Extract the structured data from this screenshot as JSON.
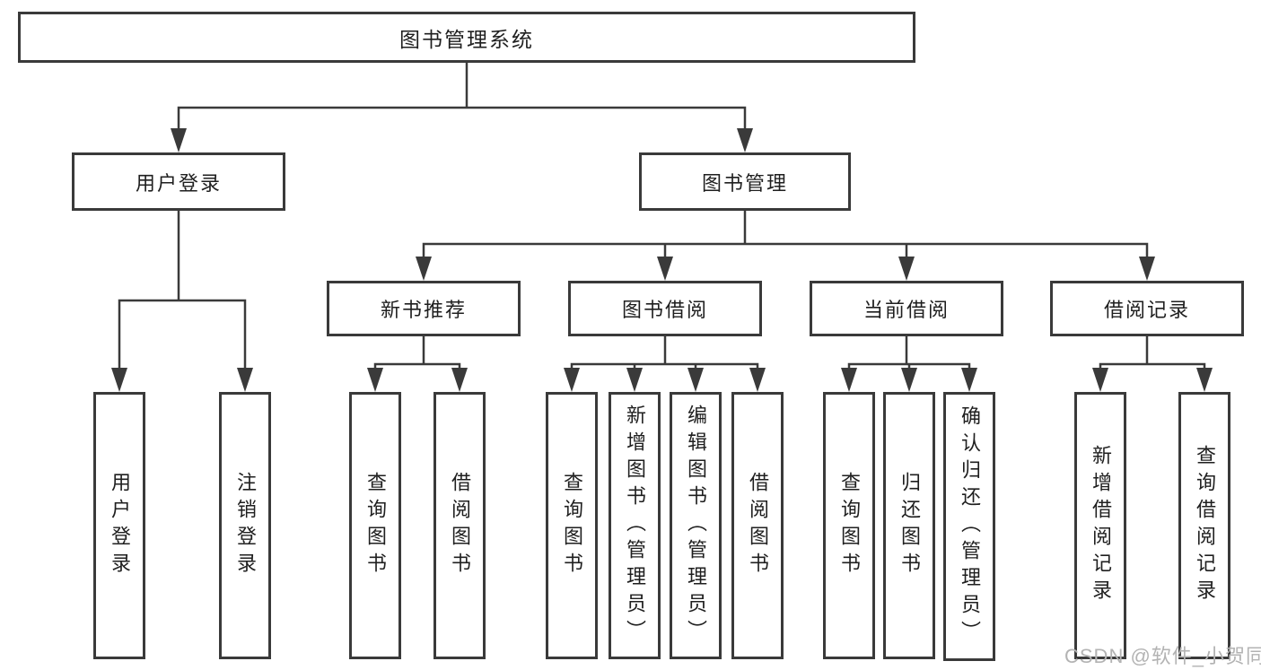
{
  "tree": {
    "root": "图书管理系统",
    "branches": [
      {
        "label": "用户登录",
        "children": [
          "用户登录",
          "注销登录"
        ]
      },
      {
        "label": "图书管理",
        "sections": [
          {
            "label": "新书推荐",
            "children": [
              "查询图书",
              "借阅图书"
            ]
          },
          {
            "label": "图书借阅",
            "children": [
              "查询图书",
              "新增图书（管理员）",
              "编辑图书（管理员）",
              "借阅图书"
            ]
          },
          {
            "label": "当前借阅",
            "children": [
              "查询图书",
              "归还图书",
              "确认归还（管理员）"
            ]
          },
          {
            "label": "借阅记录",
            "children": [
              "新增借阅记录",
              "查询借阅记录"
            ]
          }
        ]
      }
    ]
  },
  "watermark": "CSDN @软件_小贺同学",
  "colors": {
    "line": "#3a3a3a",
    "text": "#1f1f1f",
    "watermark": "#b3b3b3",
    "background": "#ffffff"
  }
}
